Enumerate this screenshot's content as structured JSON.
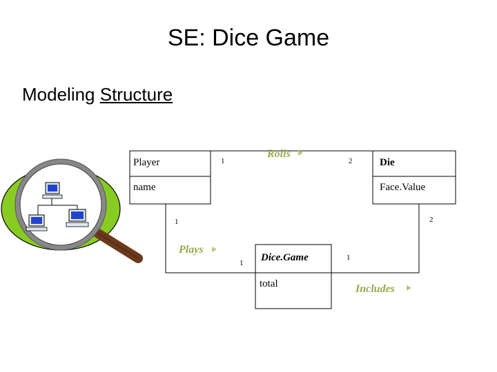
{
  "slide": {
    "title": "SE: Dice Game",
    "subtitle_prefix": "Modeling ",
    "subtitle_underlined": "Structure"
  },
  "classes": {
    "player": {
      "name": "Player",
      "attribute": "name"
    },
    "die": {
      "name": "Die",
      "attribute": "Face.Value"
    },
    "dice_game": {
      "name": "Dice.Game",
      "attribute": "total"
    }
  },
  "associations": {
    "rolls": {
      "label": "Rolls",
      "mult_player": "1",
      "mult_die": "2"
    },
    "plays": {
      "label": "Plays",
      "mult_player": "1",
      "mult_game": "1"
    },
    "includes": {
      "label": "Includes",
      "mult_game": "1",
      "mult_die": "2"
    }
  },
  "colors": {
    "association_label": "#9aa84a",
    "blob_fill": "#88cc22",
    "magnifier_handle": "#6b3a1c"
  },
  "icons": [
    "magnifier-network-icon"
  ]
}
